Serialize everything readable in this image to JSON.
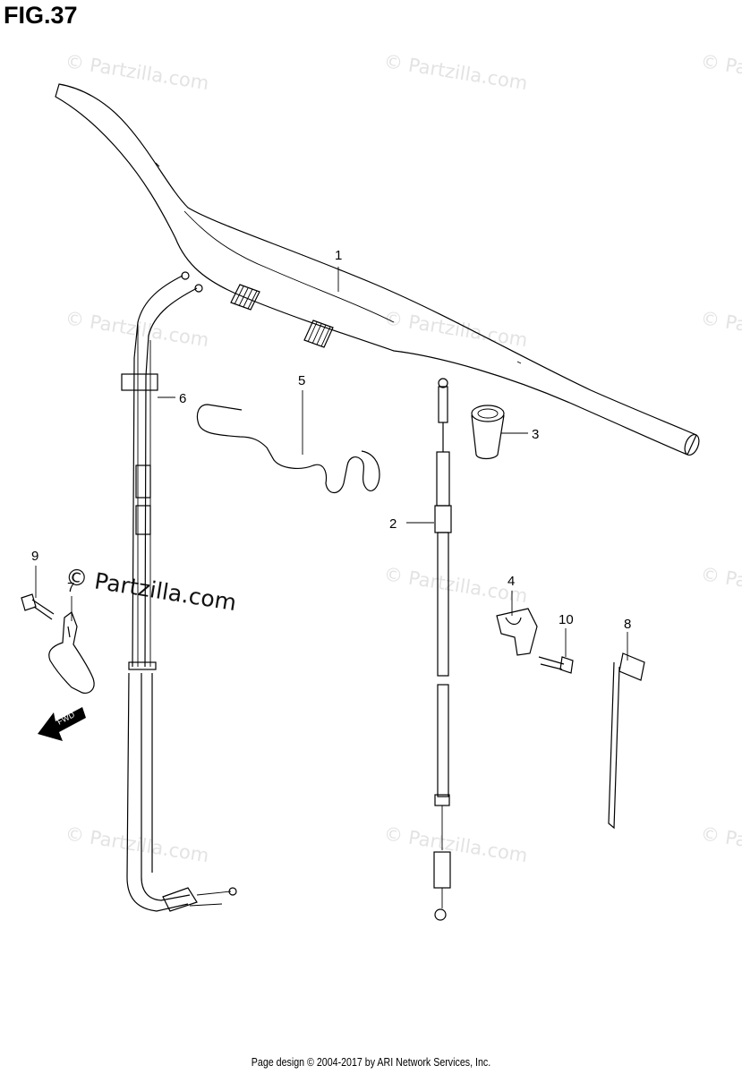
{
  "figure": {
    "title": "FIG.37"
  },
  "watermark": {
    "text": "© Partzilla.com",
    "main_text": "© Partzilla.com"
  },
  "callouts": [
    {
      "id": "callout-1",
      "label": "1",
      "part": "handlebar"
    },
    {
      "id": "callout-2",
      "label": "2",
      "part": "clutch-cable"
    },
    {
      "id": "callout-3",
      "label": "3",
      "part": "grip-end-cap"
    },
    {
      "id": "callout-4",
      "label": "4",
      "part": "cable-guide-clamp"
    },
    {
      "id": "callout-5",
      "label": "5",
      "part": "wire-clip"
    },
    {
      "id": "callout-6",
      "label": "6",
      "part": "throttle-cable-assembly"
    },
    {
      "id": "callout-7",
      "label": "7",
      "part": "cable-guide-bracket"
    },
    {
      "id": "callout-8",
      "label": "8",
      "part": "cable-tie"
    },
    {
      "id": "callout-9",
      "label": "9",
      "part": "bolt-left"
    },
    {
      "id": "callout-10",
      "label": "10",
      "part": "bolt-right"
    }
  ],
  "fwd_label": "FWD",
  "footer": {
    "text": "Page design © 2004-2017 by ARI Network Services, Inc."
  }
}
